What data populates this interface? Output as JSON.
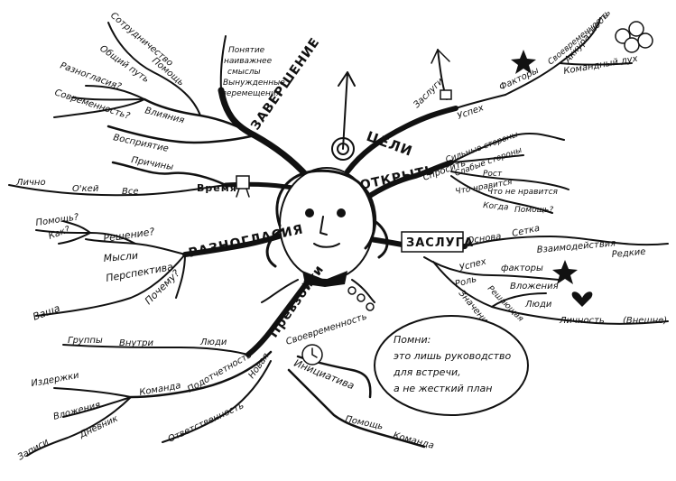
{
  "center": {
    "main": {
      "goals": "ЦЕЛИ",
      "open": "ОТКРЫТЬ",
      "merit": "ЗАСЛУГА",
      "surpass": "Превзойти",
      "disagreement": "РАЗНОГЛАСИЯ",
      "completion": "ЗАВЕРШЕНИЕ"
    },
    "completion": {
      "understanding": "Понятие",
      "emphasizing": "наиважнее",
      "meanings": "смыслы",
      "forced": "Вынужденные",
      "moves": "перемещения",
      "help": "Помощь",
      "cooperation": "Сотрудничество",
      "common_path": "Общий путь",
      "disagreements_q": "Разногласия?",
      "modernity_q": "Современность?",
      "influence": "Влияния",
      "perception": "Восприятие",
      "reasons": "Причины",
      "time": "Время",
      "all": "Все",
      "okay": "О'кей",
      "personal": "Лично"
    },
    "goals": {
      "merits": "Заслуги",
      "success": "Успех",
      "factors": "Факторы",
      "accuracy": "Аккуратность",
      "timeliness": "Своевременность",
      "team_spirit": "Командный дух"
    },
    "open": {
      "ask": "Спросить",
      "strengths": "Сильные стороны",
      "weaknesses": "Слабые стороны",
      "growth": "Рост",
      "likes": "Что нравится",
      "dislikes": "Что не нравится",
      "when": "Когда",
      "help_q": "Помощь?"
    },
    "merit": {
      "basis": "Основа",
      "network": "Сетка",
      "interaction": "Взаимодействия",
      "rare": "Редкие",
      "success": "Успех",
      "factors": "факторы",
      "role": "Роль",
      "investments": "Вложения",
      "meaning": "Значение",
      "decisive": "Решающая",
      "people": "Люди",
      "personality": "Личность",
      "external": "(Внешне)"
    },
    "disagreement": {
      "solution": "Решение?",
      "help_q": "Помощь?",
      "how_q": "Как?",
      "thoughts": "Мысли",
      "perspective": "Перспектива",
      "why_q": "Почему?",
      "yours": "Ваша"
    },
    "surpass": {
      "people": "Люди",
      "inside": "Внутри",
      "groups": "Группы",
      "subordination": "Подотчетность",
      "new": "Новая",
      "team": "Команда",
      "costs": "Издержки",
      "investments": "Вложения",
      "diary": "Дневник",
      "records": "Записи",
      "responsibility": "Ответственность",
      "timeliness": "Своевременность",
      "initiative": "Инициатива",
      "help": "Помощь",
      "team2": "Команда"
    },
    "note": {
      "line1": "Помни:",
      "line2": "это лишь руководство",
      "line3": "для встречи,",
      "line4": "а не жесткий план"
    }
  }
}
